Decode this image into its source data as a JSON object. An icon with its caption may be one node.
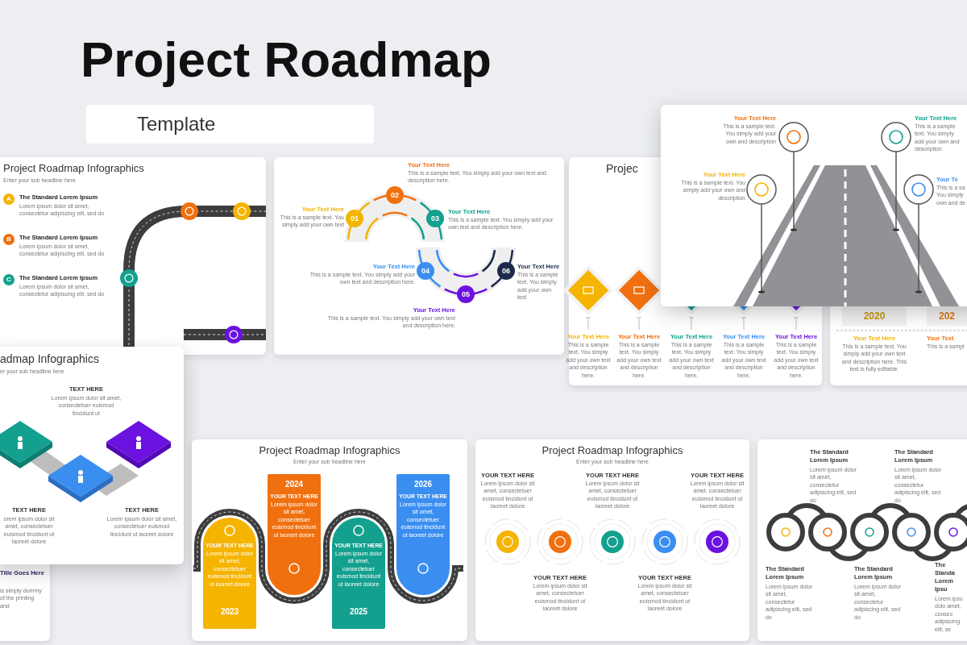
{
  "diagram": {
    "title": "Project Roadmap",
    "labels": [
      "Template",
      "Project Roadmap Infographics",
      "Enter your sub headline here",
      "A",
      "The Standard Lorem Ipsum",
      "Lorem ipsum dolor sit amet, consectetur adipiscing elit, sed do",
      "B",
      "The Standard Lorem Ipsum",
      "Lorem ipsum dolor sit amet, consectetur adipiscing elit, sed do",
      "C",
      "The Standard Lorem Ipsum",
      "Lorem ipsum dolor sit amet, consectetur adipiscing elit, sed do",
      "admap Infographics",
      "er your sub headline here",
      "TEXT HERE",
      "Lorem ipsum dolor sit amet, consectetuer euismod tincidunt ut",
      "TEXT HERE",
      "orem ipsum dolor sit amet, consectetuer euismod tincidunt ut laoreet dolore",
      "TEXT HERE",
      "Lorem ipsum dolor sit amet, consectetuer euismod tincidunt ut laoreet dolore",
      "Title Goes Here",
      "is simply dummy of the printing and",
      "01",
      "Your Text Here",
      "This is a sample text. You simply add your own text",
      "02",
      "Your Text Here",
      "This is a sample text. You simply add your own text and description here.",
      "03",
      "Your Text Here",
      "This is a sample text. You simply add your own text and description here.",
      "04",
      "Your Text Here",
      "This is a sample text. You simply add your own text and description here.",
      "05",
      "Your Text Here",
      "This is a sample text. You simply add your own text and description here.",
      "06",
      "Your Text Here",
      "This is a sample text. You simply add your own text",
      "Projec",
      "Your Text Here",
      "This is a sample text. You simply add your own text and description here.",
      "Your Text Here",
      "This is a sample text. You simply add your own text and description here.",
      "Your Text Here",
      "This is a sample text. You simply add your own text and description here.",
      "Your Text Here",
      "This is a sample text. You simply add your own text and description here.",
      "Your Text Here",
      "This is a sample text. You simply add your own text and description here.",
      "2020",
      "202",
      "Your Text Here",
      "This is a sample text. You simply add your own text and description here. This text is fully editable.",
      "Your Text",
      "This is a sampl",
      "Your Text Here",
      "This is a sample text. You simply add your own and description",
      "Your Text Here",
      "This is a sample text. You simply add your own and description",
      "Your Text Here",
      "This is a sample text. You simply add your own and description",
      "Your Te",
      "This is a sa You simply own and de",
      "Project Roadmap Infographics",
      "Enter your sub headline here",
      "YOUR TEXT HERE",
      "Lorem ipsum dolor sit amet, consectetuer euismod tincidunt ut laoreet dolore",
      "2023",
      "2024",
      "YOUR TEXT HERE",
      "Lorem ipsum dolor sit amet, consectetuer euismod tincidunt ut laoreet dolore",
      "YOUR TEXT HERE",
      "Lorem ipsum dolor sit amet, consectetuer euismod tincidunt ut laoreet dolore",
      "2025",
      "2026",
      "YOUR TEXT HERE",
      "Lorem ipsum dolor sit amet, consectetuer euismod tincidunt ut laoreet dolore",
      "Project Roadmap Infographics",
      "Enter your sub headline here",
      "YOUR TEXT HERE",
      "Lorem ipsum dolor sit amet, consectetuer euismod tincidunt ut laoreet dolore",
      "YOUR TEXT HERE",
      "Lorem ipsum dolor sit amet, consectetuer euismod tincidunt ut laoreet dolore",
      "YOUR TEXT HERE",
      "Lorem ipsum dolor sit amet, consectetuer euismod tincidunt ut laoreet dolore",
      "YOUR TEXT HERE",
      "Lorem ipsum dolor sit amet, consectetuer euismod tincidunt ut laoreet dolore",
      "YOUR TEXT HERE",
      "Lorem ipsum dolor sit amet, consectetuer euismod tincidunt ut laoreet dolore",
      "The Standard Lorem Ipsum",
      "Lorem ipsum dolor sit amet, consectetur adipiscing elit, sed do",
      "The Standard Lorem Ipsum",
      "Lorem ipsum dolor sit amet, consectetur adipiscing elit, sed do",
      "The Standard Lorem Ipsum",
      "Lorem ipsum dolor sit amet, consectetur adipiscing elit, sed do",
      "The Standard Lorem Ipsum",
      "Lorem ipsum dolor sit amet, consectetur adipiscing elit, sed do",
      "The Standa Lorem Ipsu",
      "Lorem ipsu dolo amet, consec adipiscing elit, se"
    ]
  }
}
